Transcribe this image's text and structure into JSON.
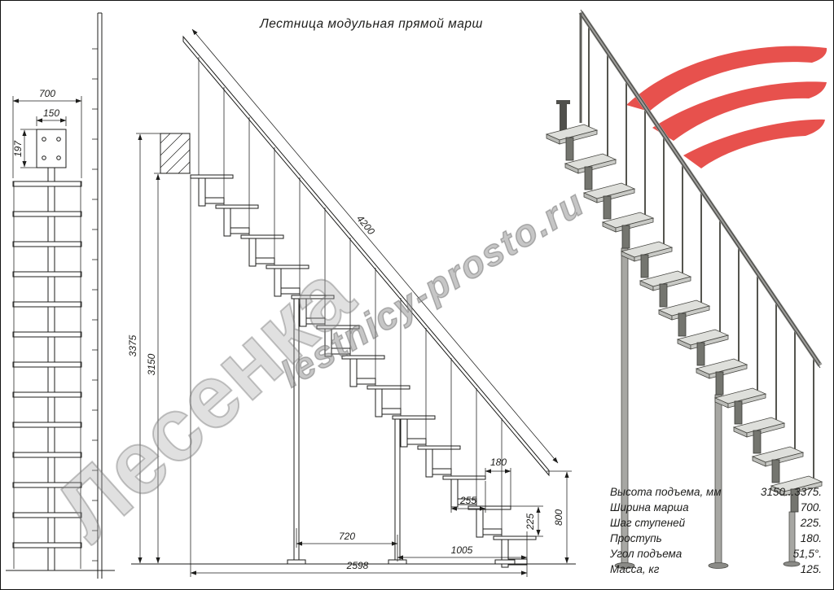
{
  "title": "Лестница модульная прямой марш",
  "watermarks": {
    "site": "lestnicy-prosto.ru",
    "brand": "Лесенка"
  },
  "front_view": {
    "dim_width": "700",
    "dim_plate_width": "150",
    "dim_plate_height": "197"
  },
  "side_view": {
    "dim_height_max": "3375",
    "dim_height_min": "3150",
    "dim_rail_length": "4200",
    "dim_run_mid": "720",
    "dim_run_total": "2598",
    "dim_run_lower": "1005",
    "dim_tread": "255",
    "dim_going": "180",
    "dim_rise": "225",
    "dim_rail_height": "800"
  },
  "specs": {
    "rows": [
      {
        "label": "Высота подъема, мм",
        "value": "3150...3375."
      },
      {
        "label": "Ширина марша",
        "value": "700."
      },
      {
        "label": "Шаг ступеней",
        "value": "225."
      },
      {
        "label": "Проступь",
        "value": "180."
      },
      {
        "label": "Угол подъема",
        "value": "51,5°."
      },
      {
        "label": "Масса, кг",
        "value": "125."
      }
    ]
  },
  "colors": {
    "line": "#1d1d1b",
    "logo_red": "#e5433e",
    "watermark_grey": "#8f8f8f",
    "tread_grey": "#dedfdb"
  }
}
